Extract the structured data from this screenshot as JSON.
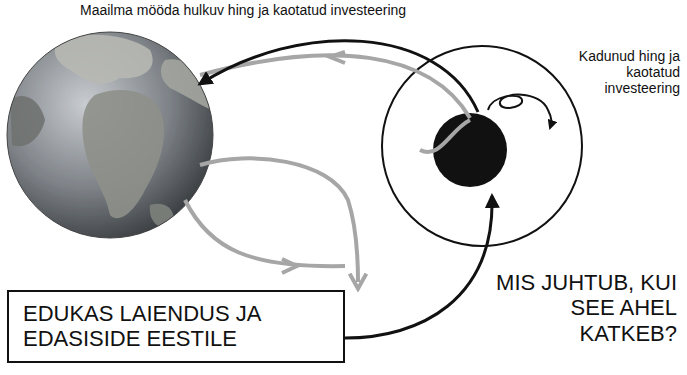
{
  "diagram": {
    "nodes": [
      {
        "text": [
          "EDUKAS LAIENDUS JA EDASISIDE EESTILE"
        ]
      }
    ],
    "labels": [
      "Maailma mööda hulkuv hing ja kaotatud investeering",
      "Kadunud hing ja kaotatud investeering",
      "MIS JUHTUB, KUI SEE AHEL KATKEB?"
    ]
  }
}
